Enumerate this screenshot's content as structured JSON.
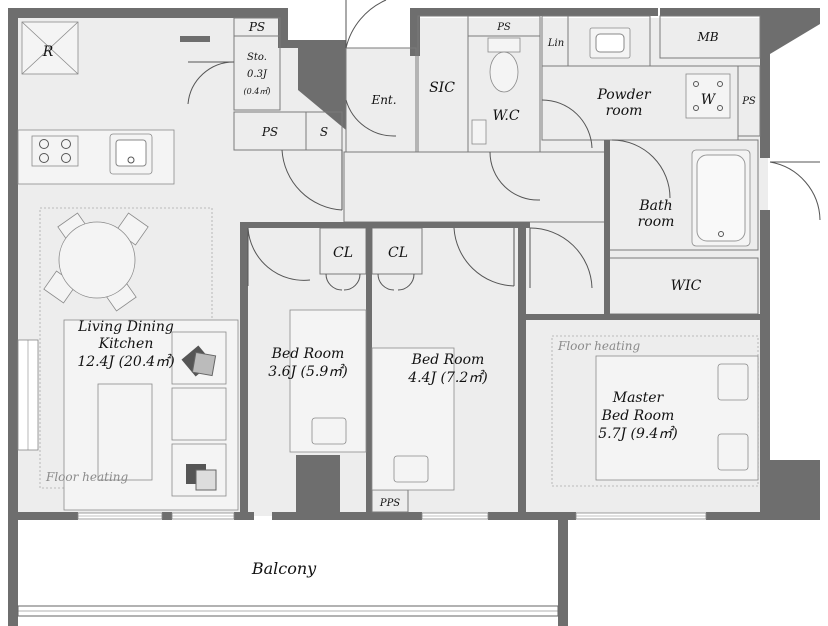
{
  "rooms": {
    "roof": "R",
    "storage": {
      "name": "Sto.",
      "size_j": "0.3J",
      "size_m2": "(0.4㎡)"
    },
    "ps_top_left": "PS",
    "ps_mid_left": "PS",
    "s_box": "S",
    "entrance": "Ent.",
    "sic": "SIC",
    "ps_wc": "PS",
    "wc": "W.C",
    "linen": "Lin",
    "mb": "MB",
    "powder_room": {
      "line1": "Powder",
      "line2": "room"
    },
    "washer": "W",
    "ps_right": "PS",
    "bath_room": {
      "line1": "Bath",
      "line2": "room"
    },
    "wic": "WIC",
    "closet_1": "CL",
    "closet_2": "CL",
    "ldk": {
      "line1": "Living Dining",
      "line2": "Kitchen",
      "line3": "12.4J (20.4㎡)"
    },
    "floor_heating_ldk": "Floor heating",
    "bedroom_1": {
      "line1": "Bed Room",
      "line2": "3.6J (5.9㎡)"
    },
    "bedroom_2": {
      "line1": "Bed Room",
      "line2": "4.4J (7.2㎡)"
    },
    "master": {
      "line1": "Master",
      "line2": "Bed Room",
      "line3": "5.7J (9.4㎡)"
    },
    "floor_heating_master": "Floor heating",
    "pps": "PPS",
    "balcony": "Balcony"
  },
  "colors": {
    "wall": "#6e6e6e",
    "floor": "#ededed",
    "background": "#ffffff"
  },
  "icons": {
    "roof_hatch": "roof-hatch-icon",
    "stove": "stove-icon",
    "sink": "sink-icon",
    "toilet": "toilet-icon",
    "washbasin": "washbasin-icon",
    "washing_machine": "washing-machine-icon",
    "bathtub": "bathtub-icon",
    "dining_table": "dining-table-icon",
    "sofa": "sofa-icon",
    "beds": "bed-icon"
  }
}
